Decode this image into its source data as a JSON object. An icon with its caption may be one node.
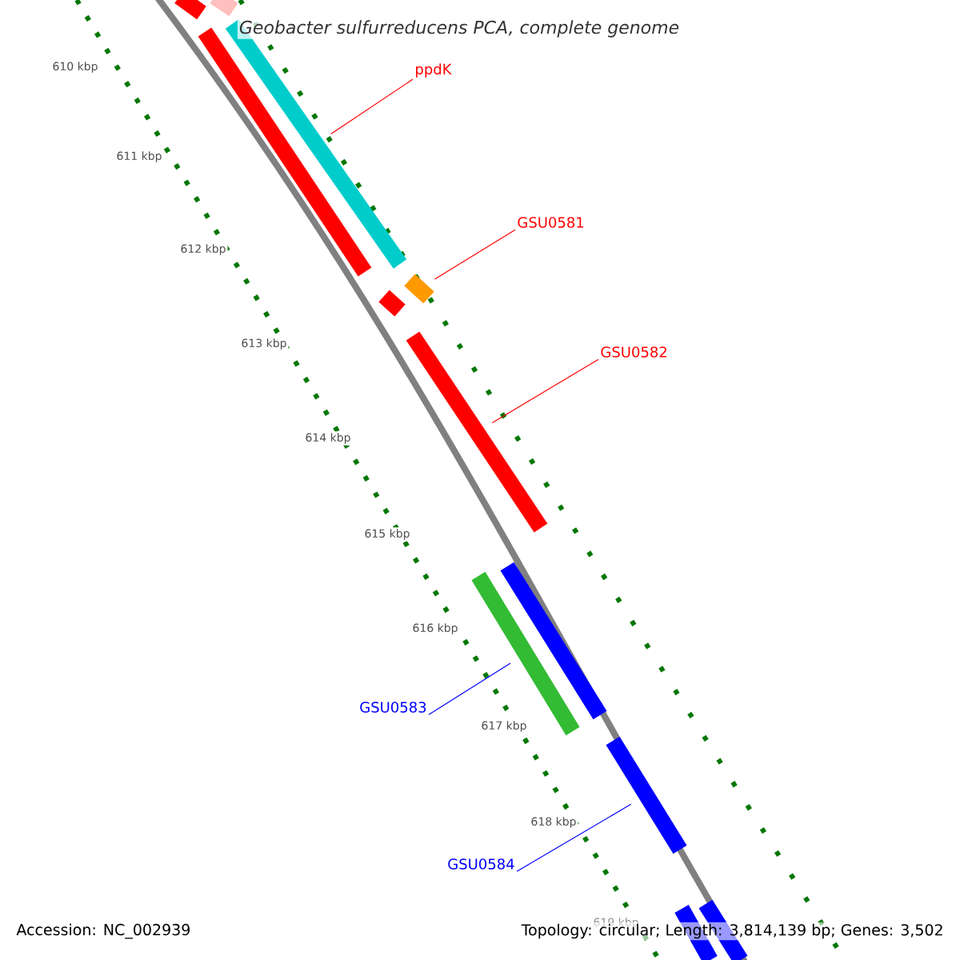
{
  "diagram": {
    "title": "Geobacter sulfurreducens PCA, complete genome",
    "nodes": [
      {
        "text": [
          "ppdK"
        ]
      },
      {
        "text": [],
        "shape": "bar"
      },
      {
        "text": [
          "GSU0581"
        ]
      },
      {
        "text": [],
        "shape": "bar"
      },
      {
        "text": [
          "GSU0582"
        ]
      },
      {
        "text": [],
        "shape": "bar"
      },
      {
        "text": [
          "GSU0583"
        ]
      },
      {
        "text": [],
        "shape": "bar"
      },
      {
        "text": [
          "GSU0584"
        ]
      },
      {
        "text": [],
        "shape": "bar"
      }
    ],
    "edges": [
      {
        "from": 0,
        "to": 1,
        "arrow": "none"
      },
      {
        "from": 2,
        "to": 3,
        "arrow": "none"
      },
      {
        "from": 4,
        "to": 5,
        "arrow": "none"
      },
      {
        "from": 6,
        "to": 7,
        "arrow": "none",
        "color": "#0000ff"
      },
      {
        "from": 8,
        "to": 9,
        "arrow": "none",
        "color": "#0000ff"
      }
    ],
    "labels": [
      "610 kbp",
      "611 kbp",
      "612 kbp",
      "613 kbp",
      "614 kbp",
      "615 kbp",
      "616 kbp",
      "617 kbp",
      "618 kbp",
      "619 kbp",
      "Accession: NC_002939",
      "Topology: circular; Length: 3,814,139 bp; Genes: 3,502"
    ]
  }
}
